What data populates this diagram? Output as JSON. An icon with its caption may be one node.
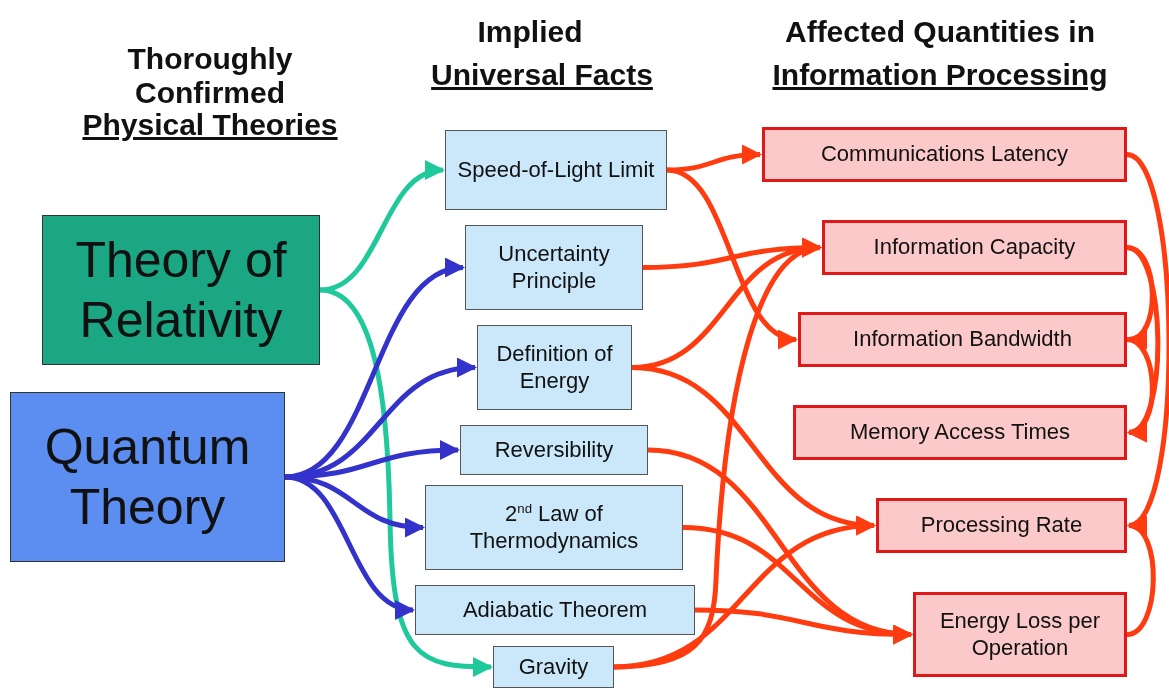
{
  "diagram": {
    "nodes": [
      {
        "text": [
          "Theory of Relativity"
        ]
      },
      {
        "text": [
          "Quantum Theory"
        ]
      },
      {
        "text": [
          "Speed-of-Light Limit"
        ]
      },
      {
        "text": [
          "Uncertainty Principle"
        ]
      },
      {
        "text": [
          "Definition of Energy"
        ]
      },
      {
        "text": [
          "Reversibility"
        ]
      },
      {
        "text": [
          "2$^{nd}$ Law of Thermodynamics"
        ]
      },
      {
        "text": [
          "Adiabatic Theorem"
        ]
      },
      {
        "text": [
          "Gravity"
        ]
      },
      {
        "text": [
          "Communications Latency"
        ]
      },
      {
        "text": [
          "Information Capacity"
        ]
      },
      {
        "text": [
          "Information Bandwidth"
        ]
      },
      {
        "text": [
          "Memory Access Times"
        ]
      },
      {
        "text": [
          "Processing Rate"
        ]
      },
      {
        "text": [
          "Energy Loss per Operation"
        ]
      }
    ],
    "edges": [
      {
        "from": 0,
        "to": 2,
        "arrow": "to",
        "color": "#1fc99b"
      },
      {
        "from": 0,
        "to": 8,
        "arrow": "to",
        "color": "#1fc99b"
      },
      {
        "from": 1,
        "to": 3,
        "arrow": "to",
        "color": "#3333cc"
      },
      {
        "from": 1,
        "to": 4,
        "arrow": "to",
        "color": "#3333cc"
      },
      {
        "from": 1,
        "to": 5,
        "arrow": "to",
        "color": "#3333cc"
      },
      {
        "from": 1,
        "to": 6,
        "arrow": "to",
        "color": "#3333cc"
      },
      {
        "from": 1,
        "to": 7,
        "arrow": "to",
        "color": "#3333cc"
      },
      {
        "from": 2,
        "to": 9,
        "arrow": "to"
      },
      {
        "from": 2,
        "to": 11,
        "arrow": "to"
      },
      {
        "from": 3,
        "to": 10,
        "arrow": "to"
      },
      {
        "from": 4,
        "to": 10,
        "arrow": "to"
      },
      {
        "from": 4,
        "to": 13,
        "arrow": "to"
      },
      {
        "from": 5,
        "to": 14,
        "arrow": "to"
      },
      {
        "from": 6,
        "to": 14,
        "arrow": "to"
      },
      {
        "from": 7,
        "to": 14,
        "arrow": "to"
      },
      {
        "from": 8,
        "to": 10,
        "arrow": "to"
      },
      {
        "from": 8,
        "to": 13,
        "arrow": "to"
      },
      {
        "from": 10,
        "to": 11,
        "arrow": "to"
      },
      {
        "from": 9,
        "to": 13,
        "arrow": "to"
      },
      {
        "from": 10,
        "to": 12,
        "arrow": "to"
      },
      {
        "from": 11,
        "to": 12,
        "arrow": "to"
      },
      {
        "from": 14,
        "to": 13,
        "arrow": "to"
      }
    ],
    "labels": [
      "Thoroughly Confirmed",
      "Physical Theories",
      "Implied",
      "Universal Facts",
      "Affected Quantities in",
      "Information Processing"
    ]
  }
}
